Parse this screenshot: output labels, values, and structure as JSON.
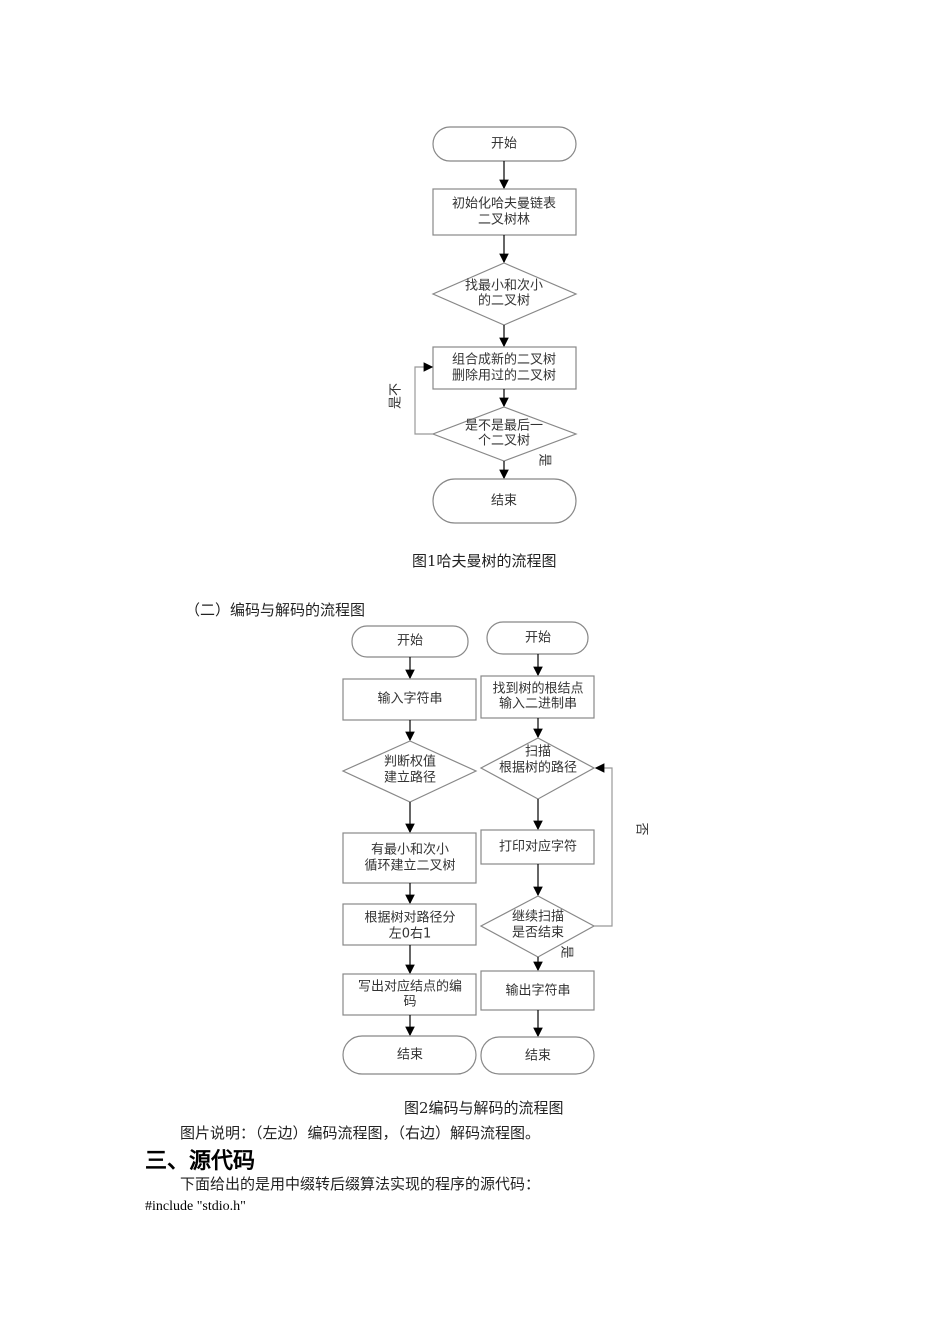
{
  "figure1": {
    "start": "开始",
    "init": [
      "初始化哈夫曼链表",
      "二叉树林"
    ],
    "find": [
      "找最小和次小",
      "的二叉树"
    ],
    "combine": [
      "组合成新的二叉树",
      "删除用过的二叉树"
    ],
    "is_last": [
      "是不是最后一",
      "个二叉树"
    ],
    "loop_label": "是不",
    "yes_label": "是",
    "end": "结束",
    "caption": "图1哈夫曼树的流程图"
  },
  "section2_heading": "（二）编码与解码的流程图",
  "figure2": {
    "encode": {
      "start": "开始",
      "input": "输入字符串",
      "judge": [
        "判断权值",
        "建立路径"
      ],
      "build": [
        "有最小和次小",
        "循环建立二叉树"
      ],
      "path": [
        "根据树对路径分",
        "左0右1"
      ],
      "write": [
        "写出对应结点的编",
        "码"
      ],
      "end": "结束"
    },
    "decode": {
      "start": "开始",
      "find_root": [
        "找到树的根结点",
        "输入二进制串"
      ],
      "scan": [
        "扫描",
        "根据树的路径"
      ],
      "print": "打印对应字符",
      "continue": [
        "继续扫描",
        "是否结束"
      ],
      "no_label": "否",
      "yes_label": "是",
      "output": "输出字符串",
      "end": "结束"
    },
    "caption": "图2编码与解码的流程图"
  },
  "figure_note": "图片说明：（左边）编码流程图，（右边）解码流程图。",
  "section3_heading": "三、源代码",
  "section3_intro": "下面给出的是用中缀转后缀算法实现的程序的源代码：",
  "code_line_1": "#include \"stdio.h\""
}
